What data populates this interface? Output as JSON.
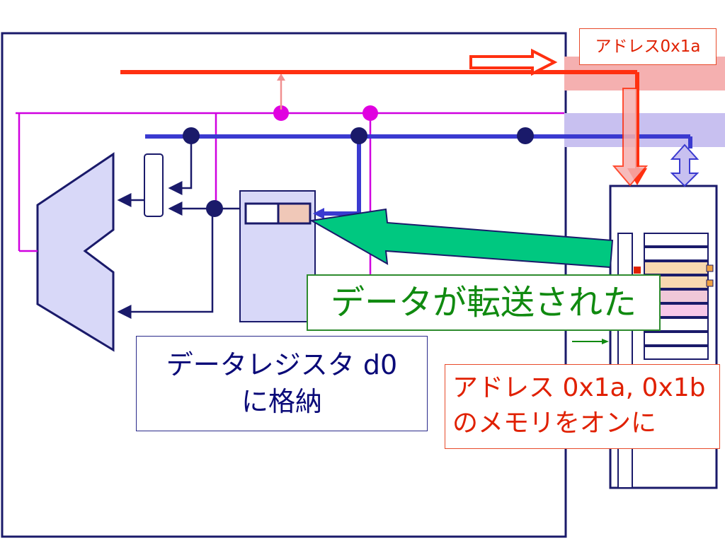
{
  "labels": {
    "address_top": "アドレス0x1a",
    "transfer": "データが転送された",
    "store_line1": "データレジスタ d0",
    "store_line2": "に格納",
    "memory_line1": "アドレス 0x1a, 0x1b",
    "memory_line2": "のメモリをオンに"
  },
  "colors": {
    "address_bus": "#ff3010",
    "data_bus": "#3a3ad0",
    "control_line": "#d000e0",
    "transfer_arrow": "#00c880",
    "frame": "#1a1a6a",
    "component_fill": "#d8d8f8",
    "register_highlight": "#f0c8b8"
  }
}
